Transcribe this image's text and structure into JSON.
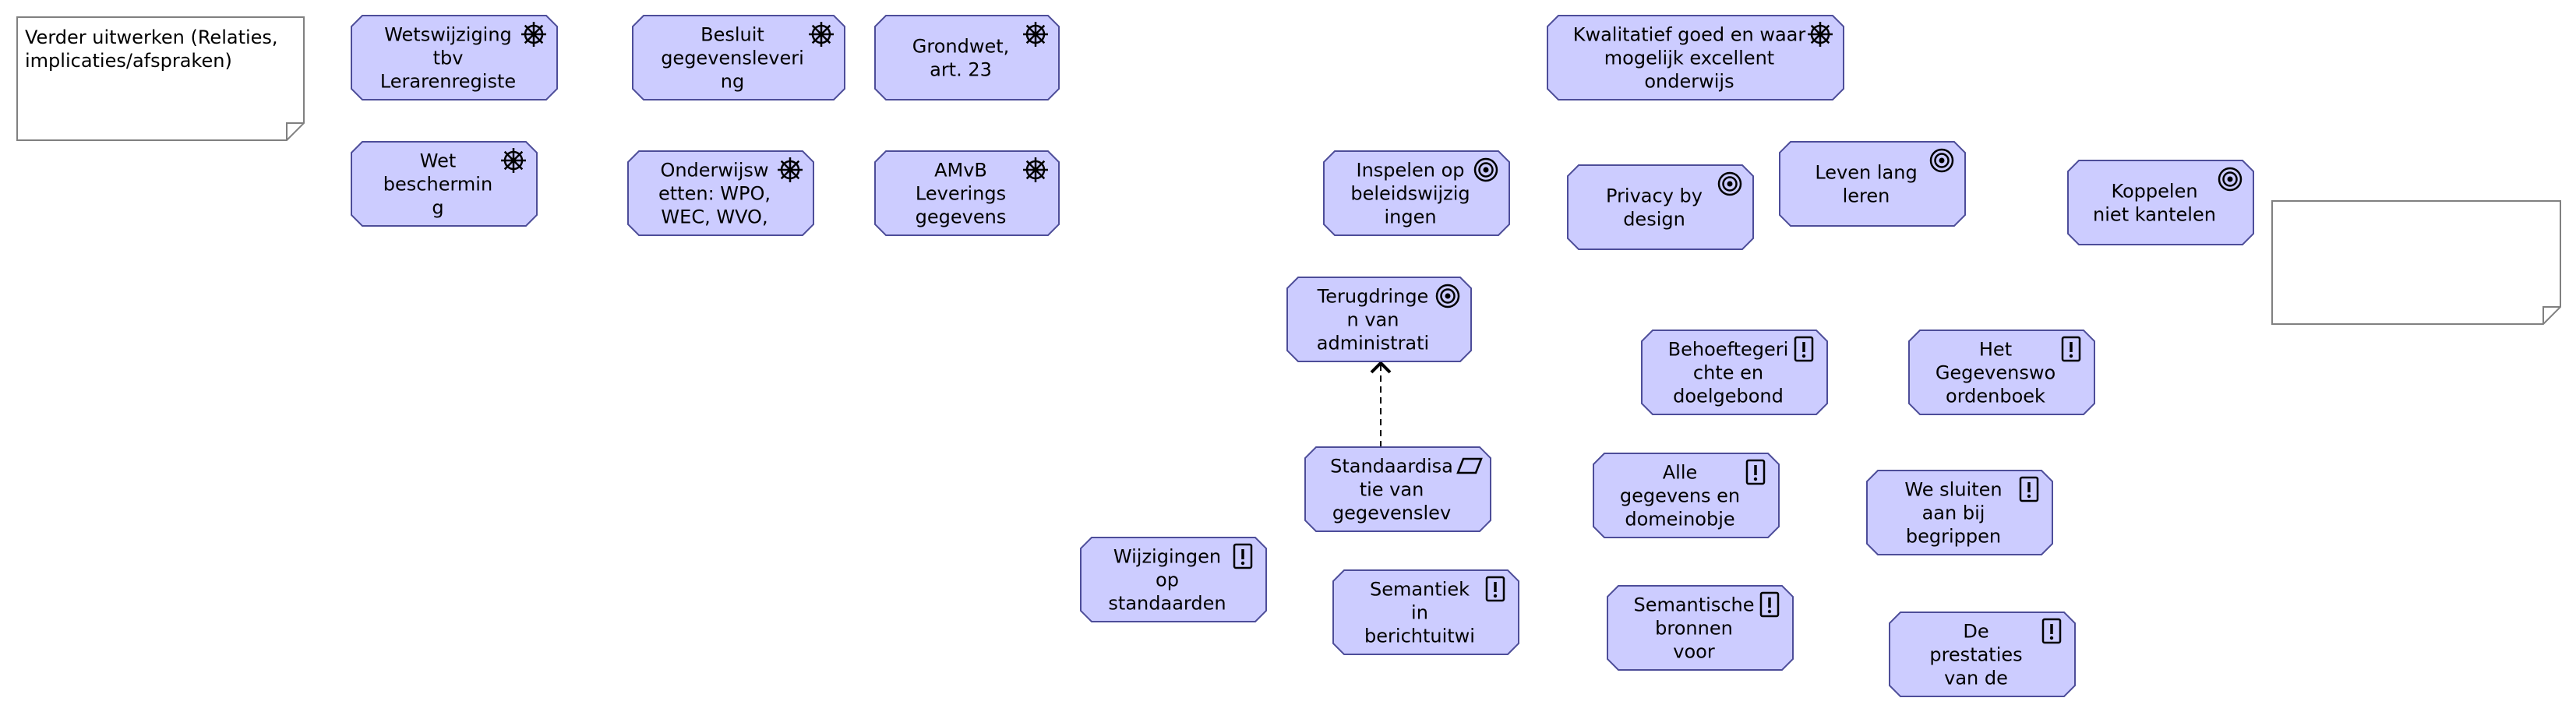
{
  "notes": [
    {
      "id": "note-verder",
      "lines": [
        "Verder uitwerken (Relaties,",
        "implicaties/afspraken)"
      ]
    },
    {
      "id": "note-empty",
      "lines": []
    }
  ],
  "elements": [
    {
      "id": "wetswijziging",
      "type": "principle-wheel",
      "lines": [
        "Wetswijziging",
        "tbv",
        "Lerarenregiste"
      ]
    },
    {
      "id": "besluit",
      "type": "principle-wheel",
      "lines": [
        "Besluit",
        "gegevensleveri",
        "ng"
      ]
    },
    {
      "id": "grondwet",
      "type": "principle-wheel",
      "lines": [
        "Grondwet,",
        "art. 23"
      ]
    },
    {
      "id": "kwalitatief",
      "type": "principle-wheel",
      "lines": [
        "Kwalitatief goed en waar",
        "mogelijk excellent",
        "onderwijs"
      ]
    },
    {
      "id": "wet-bescherming",
      "type": "principle-wheel",
      "lines": [
        "Wet",
        "beschermin",
        "g"
      ]
    },
    {
      "id": "onderwijswetten",
      "type": "principle-wheel",
      "lines": [
        "Onderwijsw",
        "etten: WPO,",
        "WEC, WVO,"
      ]
    },
    {
      "id": "amvb",
      "type": "principle-wheel",
      "lines": [
        "AMvB",
        "Leverings",
        "gegevens"
      ]
    },
    {
      "id": "inspelen",
      "type": "goal",
      "lines": [
        "Inspelen op",
        "beleidswijzig",
        "ingen"
      ]
    },
    {
      "id": "privacy",
      "type": "goal",
      "lines": [
        "Privacy by",
        "design"
      ]
    },
    {
      "id": "leven-lang",
      "type": "goal",
      "lines": [
        "Leven lang",
        "leren"
      ]
    },
    {
      "id": "koppelen",
      "type": "goal",
      "lines": [
        "Koppelen",
        "niet kantelen"
      ]
    },
    {
      "id": "terugdringen",
      "type": "goal",
      "lines": [
        "Terugdringe",
        "n van",
        "administrati"
      ]
    },
    {
      "id": "behoeftegericht",
      "type": "principle",
      "lines": [
        "Behoeftegeri",
        "chte en",
        "doelgebond"
      ]
    },
    {
      "id": "gegevenswoordenboek",
      "type": "principle",
      "lines": [
        "Het",
        "Gegevenswo",
        "ordenboek"
      ]
    },
    {
      "id": "standaardisatie",
      "type": "outcome",
      "lines": [
        "Standaardisa",
        "tie van",
        "gegevenslev"
      ]
    },
    {
      "id": "alle-gegevens",
      "type": "principle",
      "lines": [
        "Alle",
        "gegevens en",
        "domeinobje"
      ]
    },
    {
      "id": "we-sluiten",
      "type": "principle",
      "lines": [
        "We sluiten",
        "aan bij",
        "begrippen"
      ]
    },
    {
      "id": "wijzigingen",
      "type": "principle",
      "lines": [
        "Wijzigingen",
        "op",
        "standaarden"
      ]
    },
    {
      "id": "semantiek",
      "type": "principle",
      "lines": [
        "Semantiek",
        "in",
        "berichtuitwi"
      ]
    },
    {
      "id": "semantische",
      "type": "principle",
      "lines": [
        "Semantische",
        "bronnen",
        "voor"
      ]
    },
    {
      "id": "prestaties",
      "type": "principle",
      "lines": [
        "De",
        "prestaties",
        "van de"
      ]
    }
  ],
  "relations": [
    {
      "from": "standaardisatie",
      "to": "terugdringen",
      "type": "influence"
    }
  ],
  "colors": {
    "fill": "#ccccff",
    "stroke": "#4d4d99",
    "text": "#000000",
    "note_fill": "#ffffff",
    "note_stroke": "#808080"
  }
}
